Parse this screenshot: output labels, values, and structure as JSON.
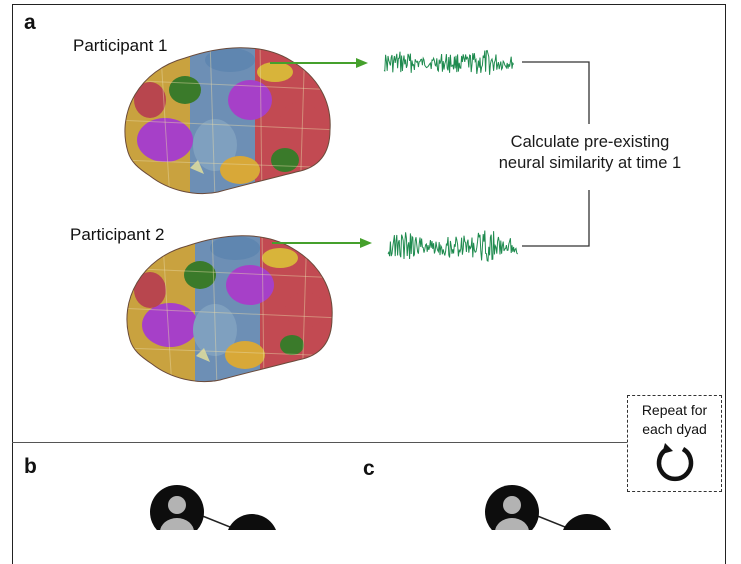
{
  "panel_a": {
    "letter": "a",
    "participant1_label": "Participant 1",
    "participant2_label": "Participant 2",
    "calculate_line1": "Calculate pre-existing",
    "calculate_line2": "neural similarity at time 1"
  },
  "panel_b": {
    "letter": "b"
  },
  "panel_c": {
    "letter": "c"
  },
  "repeat_box": {
    "line1": "Repeat for",
    "line2": "each dyad",
    "icon": "repeat-circular-arrow-icon"
  },
  "colors": {
    "arrow_green": "#45a02c",
    "signal_green": "#1f8b4f",
    "connector": "#333333",
    "node_black": "#0d0d0d",
    "node_gray": "#b3b3b3"
  }
}
